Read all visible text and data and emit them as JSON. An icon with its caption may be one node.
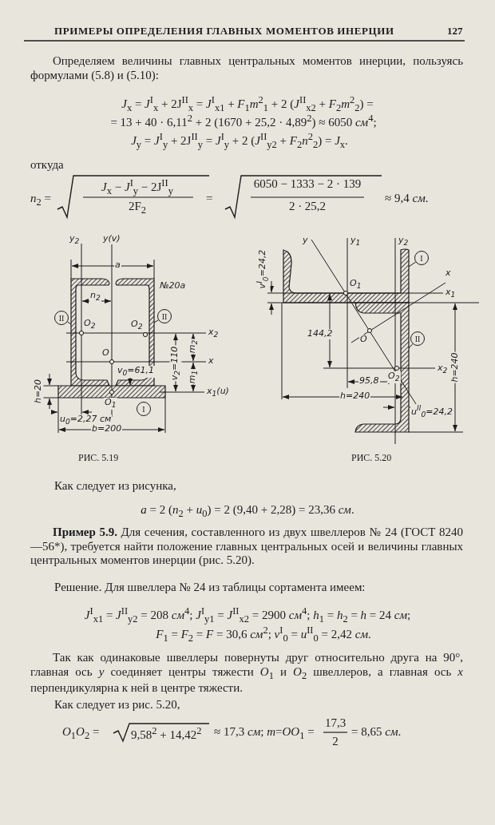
{
  "diagram": {
    "title": "ПРИМЕРЫ ОПРЕДЕЛЕНИЯ ГЛАВНЫХ МОМЕНТОВ ИНЕРЦИИ",
    "nodes": [
      {
        "text": [
          "II"
        ]
      },
      {
        "text": [
          "II"
        ]
      },
      {
        "text": [
          "I"
        ]
      },
      {
        "text": [
          "I"
        ]
      },
      {
        "text": [
          "II"
        ]
      }
    ],
    "edges": [
      {
        "from": 0,
        "to": null,
        "arrow": "none"
      },
      {
        "from": 1,
        "to": null,
        "arrow": "none"
      },
      {
        "from": 3,
        "to": null,
        "arrow": "none"
      },
      {
        "from": 4,
        "to": null,
        "arrow": "none"
      }
    ],
    "labels": [
      "127",
      "Определяем величины главных центральных моментов инерции, пользуясь формулами (5.8) и (5.10):",
      "*J*$_{x}$ = *J*$^{I}$$_{x}$ + 2J$^{II}$$_{x}$ = *J*$^{I}$$_{x1}$ + *F*$_{1}$*m*$^{2}$$_{1}$ + 2 (*J*$^{II}$$_{x2}$ + *F*$_{2}$*m*$^{2}$$_{2}$) =",
      "= 13 + 40 · 6,11$^{2}$ + 2 (1670 + 25,2 · 4,89$^{2}$) ≈ 6050 *см*$^{4}$;",
      "*J*$_{y}$ = *J*$^{I}$$_{y}$ + 2J$^{II}$$_{y}$ = *J*$^{I}$$_{y}$ + 2 (*J*$^{II}$$_{y2}$ + *F*$_{2}$*n*$^{2}$$_{2}$) = *J*$_{x}$.",
      "откуда",
      "*n*$_{2}$ =",
      "*J*$_{x}$ − *J*$^{I}$$_{y}$ − 2J$^{II}$$_{y}$",
      "2F$_{2}$",
      "=",
      "6050 − 1333 − 2 · 139",
      "2 · 25,2",
      "≈ 9,4 *см*.",
      "y$_{2}$",
      "y(v)",
      "a",
      "№20а",
      "n$_{2}$",
      "O$_{2}$",
      "O$_{2}$",
      "x$_{2}$",
      "O",
      "x",
      "v$_{2}$=110",
      "m$_{2}$",
      "m$_{1}$",
      "v$_{0}$=61,1",
      "h=20",
      "x$_{1}$(u)",
      "O$_{1}$",
      "u$_{0}$=2,27 см",
      "b=200",
      "РИС. 5.19",
      "v$^{I}$$_{0}$=24,2",
      "y",
      "y$_{1}$",
      "y$_{2}$",
      "O$_{1}$",
      "x",
      "x$_{1}$",
      "144,2",
      "O",
      "x$_{2}$",
      "O$_{2}$",
      "95,8",
      "h=240",
      "h=240",
      "u$^{II}$$_{0}$=24,2",
      "РИС. 5.20",
      "Как следует из рисунка,",
      "*a* = 2 (*n*$_{2}$ + *u*$_{0}$) = 2 (9,40 + 2,28) = 23,36 *см*.",
      "**Пример 5.9.** Для сечения, составленного из двух швеллеров № 24 (ГОСТ 8240—56*), требуется найти положение главных центральных осей и величины главных центральных моментов инерции (рис. 5.20).",
      "Решение. Для швеллера № 24 из таблицы сортамента имеем:",
      "*J*$^{I}$$_{x1}$ = *J*$^{II}$$_{y2}$ = 208 *см*$^{4}$; *J*$^{I}$$_{y1}$ = *J*$^{II}$$_{x2}$ = 2900 *см*$^{4}$; *h*$_{1}$ = *h*$_{2}$ = *h* = 24 *см*;",
      "*F*$_{1}$ = *F*$_{2}$ = *F* = 30,6 *см*$^{2}$;   *v*$^{I}$$_{0}$ = *u*$^{II}$$_{0}$ = 2,42 *см*.",
      "Так как одинаковые швеллеры повернуты друг относительно друга на 90°, главная ось *y* соединяет центры тяжести *O*$_{1}$ и *O*$_{2}$ швеллеров, а главная ось *x* перпендикулярна к ней в центре тяжести.",
      "Как следует из рис. 5.20,",
      "*O*$_{1}$*O*$_{2}$ =",
      "9,58$^{2}$ + 14,42$^{2}$",
      "≈ 17,3 *см*; *m*=*OO*$_{1}$ =",
      "17,3",
      "2",
      "= 8,65 *см*."
    ]
  }
}
